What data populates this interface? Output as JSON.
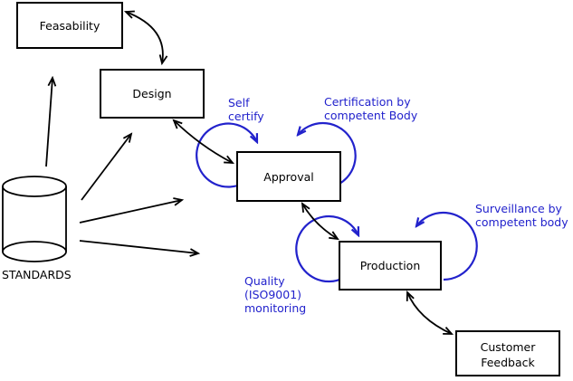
{
  "nodes": {
    "feasability": {
      "label": "Feasability"
    },
    "design": {
      "label": "Design"
    },
    "approval": {
      "label": "Approval"
    },
    "production": {
      "label": "Production"
    },
    "customer_feedback": {
      "line1": "Customer",
      "line2": "Feedback"
    },
    "standards": {
      "label": "STANDARDS"
    }
  },
  "annotations": {
    "self_certify": {
      "line1": "Self",
      "line2": "certify"
    },
    "certification": {
      "line1": "Certification by",
      "line2": "competent Body"
    },
    "surveillance": {
      "line1": "Surveillance by",
      "line2": "competent body"
    },
    "quality": {
      "line1": "Quality",
      "line2": "(ISO9001)",
      "line3": "monitoring"
    }
  },
  "colors": {
    "annotation_blue": "#2222cc",
    "line_black": "#000000",
    "background": "#ffffff"
  }
}
